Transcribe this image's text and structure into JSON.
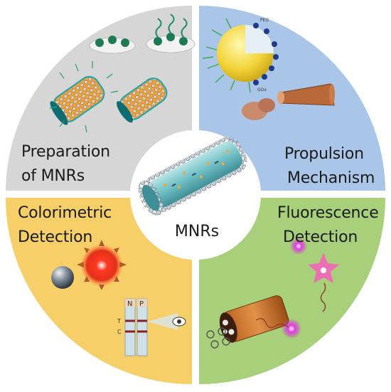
{
  "quadrants": {
    "top_left": {
      "line1": "Preparation",
      "line2": "of MNRs",
      "color": "#d6d6d6"
    },
    "top_right": {
      "line1": "Propulsion",
      "line2": "Mechanism",
      "color": "#a9c6e9"
    },
    "bottom_left": {
      "line1": "Colorimetric",
      "line2": "Detection",
      "color": "#f7cf68"
    },
    "bottom_right": {
      "line1": "Fluorescence",
      "line2": "Detection",
      "color": "#a8cf7a"
    }
  },
  "center": {
    "label": "MNRs"
  },
  "test_strip": {
    "left_top": "N",
    "right_top": "P",
    "line_t": "T",
    "line_c": "C"
  },
  "particle_labels": {
    "label_a": "PEG",
    "label_b": "GOx"
  },
  "icons": [
    "microtube-icon",
    "particle-icon",
    "motor-icon",
    "test-strip-icon",
    "fluorescent-dot-icon"
  ]
}
